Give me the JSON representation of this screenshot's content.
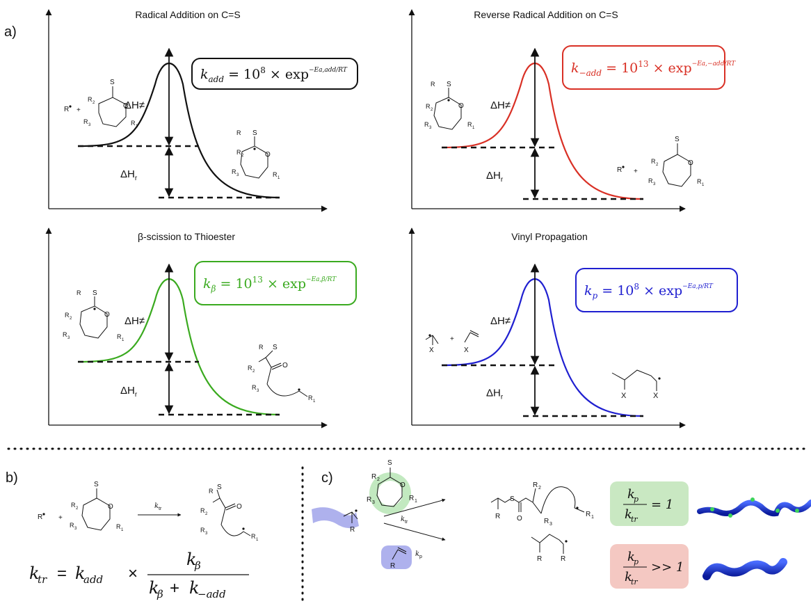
{
  "panel_labels": {
    "a": "a)",
    "b": "b)",
    "c": "c)"
  },
  "panels": [
    {
      "title": "Radical Addition on C=S",
      "dH_ts": "ΔH≠",
      "dH_r": "ΔH",
      "dH_r_sub": "r",
      "eq_k": "k",
      "eq_k_sub": "add",
      "eq_mid": " = 10",
      "eq_exp": "8",
      "eq_tail": " × exp",
      "eq_sup": "−Ea,add/RT",
      "color": "#111111"
    },
    {
      "title": "Reverse Radical Addition on C=S",
      "dH_ts": "ΔH≠",
      "dH_r": "ΔH",
      "dH_r_sub": "r",
      "eq_k": "k",
      "eq_k_sub": "−add",
      "eq_mid": " = 10",
      "eq_exp": "13",
      "eq_tail": " × exp",
      "eq_sup": "−Ea,−add/RT",
      "color": "#d93025"
    },
    {
      "title": "β-scission to Thioester",
      "dH_ts": "ΔH≠",
      "dH_r": "ΔH",
      "dH_r_sub": "r",
      "eq_k": "k",
      "eq_k_sub": "β",
      "eq_mid": " = 10",
      "eq_exp": "13",
      "eq_tail": " × exp",
      "eq_sup": "−Ea,β/RT",
      "color": "#3aaa1f"
    },
    {
      "title": "Vinyl Propagation",
      "dH_ts": "ΔH≠",
      "dH_r": "ΔH",
      "dH_r_sub": "r",
      "eq_k": "k",
      "eq_k_sub": "p",
      "eq_mid": " = 10",
      "eq_exp": "8",
      "eq_tail": " × exp",
      "eq_sup": "−Ea,p/RT",
      "color": "#1f1fd0"
    }
  ],
  "chem": {
    "R_rad": "R",
    "S": "S",
    "O": "O",
    "R1": "R",
    "R2": "R",
    "R3": "R",
    "sub1": "1",
    "sub2": "2",
    "sub3": "3",
    "X": "X",
    "R": "R",
    "plus": "+",
    "RS": "R"
  },
  "panel_b": {
    "arrow_label": "k",
    "arrow_label_sub": "tr",
    "eq_lhs": "k",
    "eq_lhs_sub": "tr",
    "eq_eq": "=",
    "eq_k1": "k",
    "eq_k1_sub": "add",
    "eq_times": "×",
    "num": "k",
    "num_sub": "β",
    "den_k1": "k",
    "den_k1_sub": "β",
    "den_plus": "+",
    "den_k2": "k",
    "den_k2_sub": "−add"
  },
  "panel_c": {
    "ktr": "k",
    "ktr_sub": "tr",
    "kp": "k",
    "kp_sub": "p",
    "ratio1_num": "k",
    "ratio1_num_sub": "p",
    "ratio1_den": "k",
    "ratio1_den_sub": "tr",
    "ratio1_val": "= 1",
    "ratio2_num": "k",
    "ratio2_num_sub": "p",
    "ratio2_den": "k",
    "ratio2_den_sub": "tr",
    "ratio2_val": ">> 1",
    "ratio1_bg": "#c9e8c2",
    "ratio2_bg": "#f4c8c2"
  }
}
